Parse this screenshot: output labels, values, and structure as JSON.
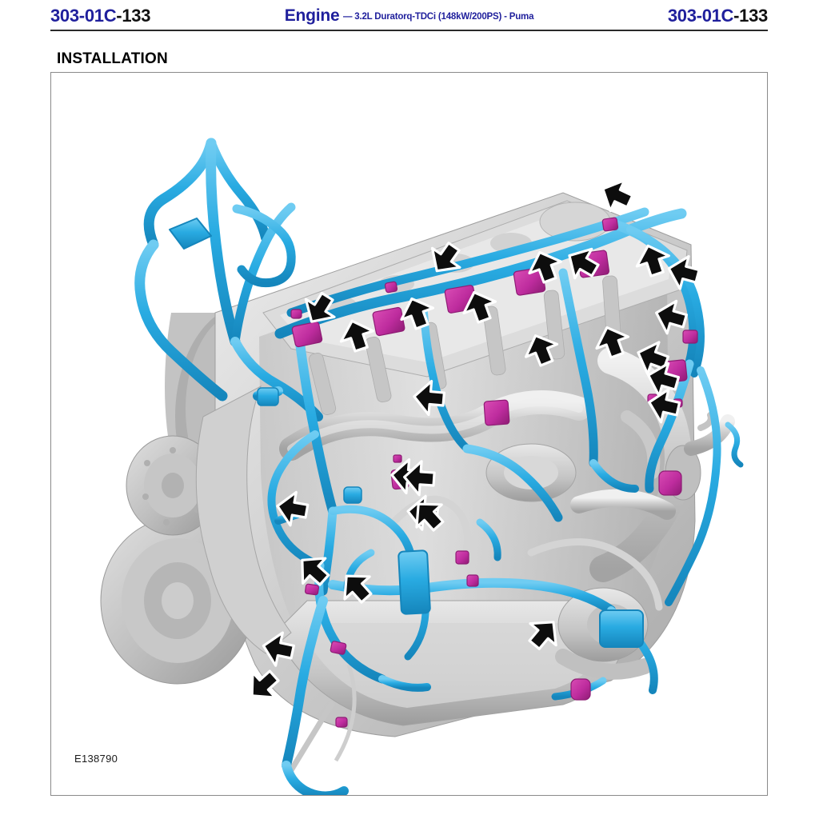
{
  "header": {
    "folio_left_blue": "303-01C",
    "folio_left_black": "-133",
    "folio_right_blue": "303-01C",
    "folio_right_black": "-133",
    "center_title": "Engine",
    "center_subtitle": "— 3.2L Duratorq-TDCi (148kW/200PS) - Puma"
  },
  "section": {
    "title": "INSTALLATION"
  },
  "figure": {
    "id_label": "E138790",
    "caption_visible": false,
    "subject": "engine-wiring-harness-installation",
    "colors": {
      "harness": "#29ABE2",
      "harness_light": "#62C6EE",
      "harness_dark": "#1B8FC4",
      "connector": "#BE2C9E",
      "connector_dark": "#98217C",
      "engine_light": "#E2E2E2",
      "engine_mid": "#C9C9C9",
      "engine_dark": "#ABABAB",
      "engine_shadow": "#8E8E8E",
      "arrow_fill": "#0D0D0D",
      "arrow_outline": "#FFFFFF",
      "frame_border": "#8A8A8A",
      "header_blue": "#1F1F9C",
      "rule": "#2A2A2A"
    },
    "counts": {
      "callout_arrows": 24,
      "harness_connectors": 22
    }
  }
}
